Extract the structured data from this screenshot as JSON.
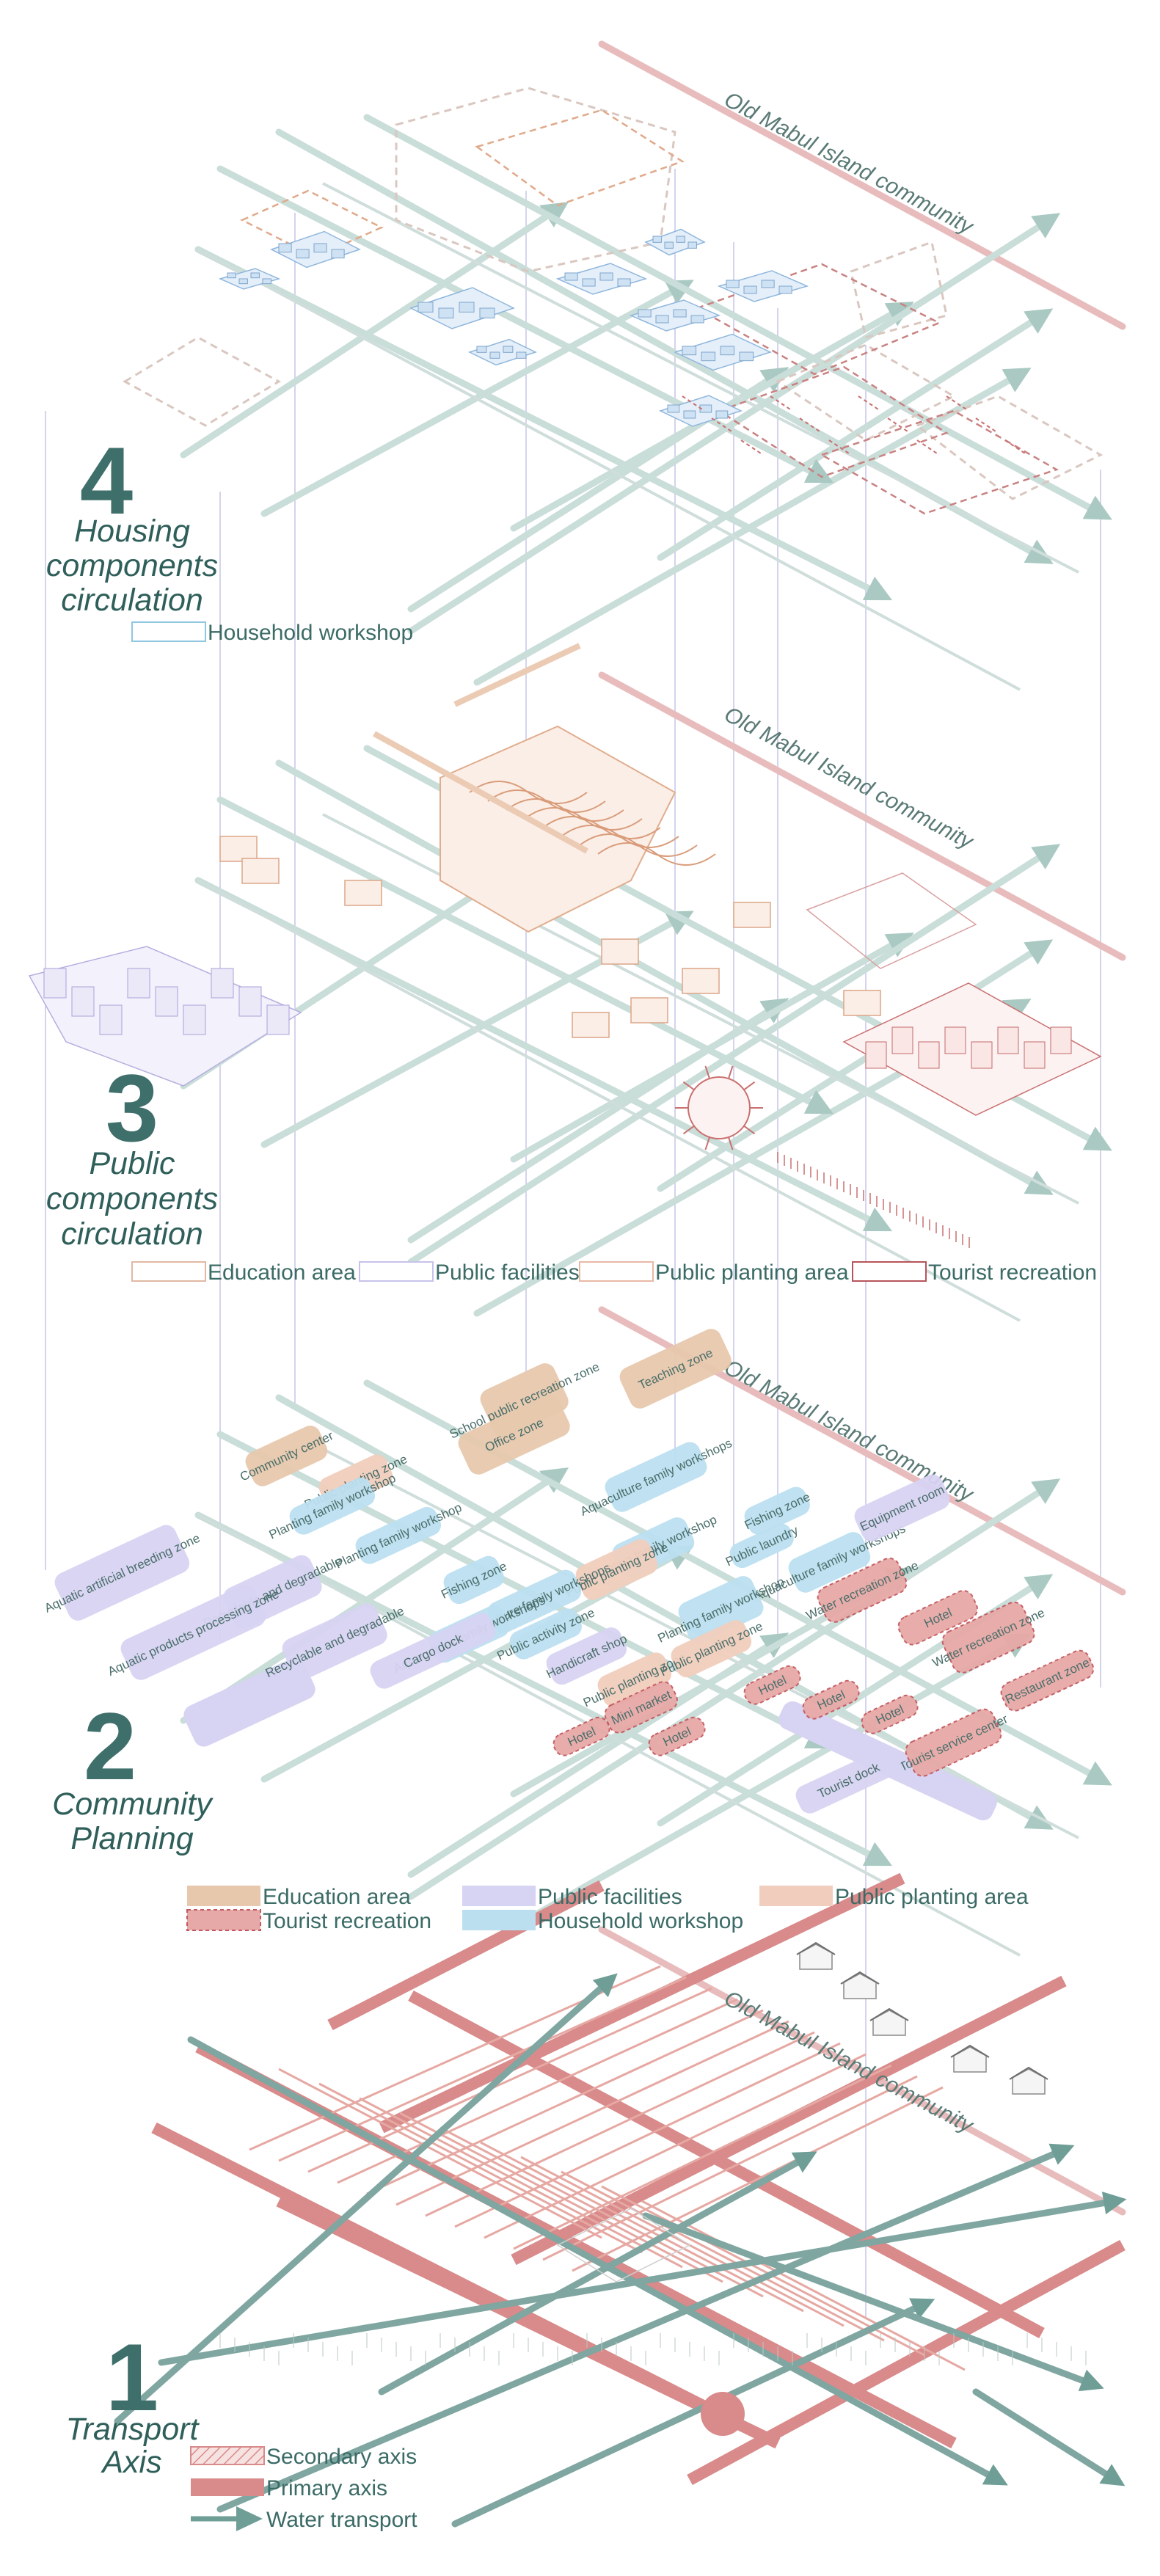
{
  "layers": [
    {
      "number": "4",
      "title_lines": [
        "Housing",
        "components",
        "circulation"
      ],
      "community_label": "Old Mabul Island community",
      "legend": [
        {
          "label": "Household workshop"
        }
      ]
    },
    {
      "number": "3",
      "title_lines": [
        "Public",
        "components",
        "circulation"
      ],
      "community_label": "Old Mabul Island community",
      "legend": [
        {
          "label": "Education area"
        },
        {
          "label": "Public facilities"
        },
        {
          "label": "Public planting area"
        },
        {
          "label": "Tourist recreation"
        }
      ]
    },
    {
      "number": "2",
      "title_lines": [
        "Community",
        "Planning"
      ],
      "community_label": "Old Mabul Island community",
      "legend": [
        {
          "label": "Education area"
        },
        {
          "label": "Public facilities"
        },
        {
          "label": "Public planting area"
        },
        {
          "label": "Tourist recreation"
        },
        {
          "label": "Household workshop"
        }
      ]
    },
    {
      "number": "1",
      "title_lines": [
        "Transport",
        "Axis"
      ],
      "community_label": "Old Mabul Island community",
      "legend": [
        {
          "label": "Secondary axis"
        },
        {
          "label": "Primary axis"
        },
        {
          "label": "Water transport"
        }
      ]
    }
  ],
  "zones": [
    {
      "label": "Teaching zone",
      "type": "education"
    },
    {
      "label": "School public recreation zone",
      "type": "education"
    },
    {
      "label": "Office zone",
      "type": "education"
    },
    {
      "label": "Community center",
      "type": "education"
    },
    {
      "label": "Public planting zone",
      "type": "planting"
    },
    {
      "label": "Planting family workshop",
      "type": "workshop"
    },
    {
      "label": "Planting family workshop",
      "type": "workshop"
    },
    {
      "label": "Aquaculture family workshops",
      "type": "workshop"
    },
    {
      "label": "Fishing zone",
      "type": "workshop"
    },
    {
      "label": "Public laundry",
      "type": "workshop"
    },
    {
      "label": "Aquaculture family workshops",
      "type": "workshop"
    },
    {
      "label": "Equipment room",
      "type": "facilities"
    },
    {
      "label": "Planting family workshop",
      "type": "workshop"
    },
    {
      "label": "Public planting zone",
      "type": "planting"
    },
    {
      "label": "Water recreation zone",
      "type": "tourist"
    },
    {
      "label": "Hotel",
      "type": "tourist"
    },
    {
      "label": "Fishing zone",
      "type": "workshop"
    },
    {
      "label": "Aquaculture family workshops",
      "type": "workshop"
    },
    {
      "label": "Public activity zone",
      "type": "workshop"
    },
    {
      "label": "Aquaculture family workshops",
      "type": "workshop"
    },
    {
      "label": "Aquatic artificial breeding zone",
      "type": "facilities"
    },
    {
      "label": "Recyclable and degradable",
      "type": "facilities"
    },
    {
      "label": "Aquatic products processing zone",
      "type": "facilities"
    },
    {
      "label": "Recyclable and degradable",
      "type": "facilities"
    },
    {
      "label": "Cargo dock",
      "type": "facilities"
    },
    {
      "label": "Handicraft shop",
      "type": "facilities"
    },
    {
      "label": "Public planting zone",
      "type": "planting"
    },
    {
      "label": "Mini market",
      "type": "tourist"
    },
    {
      "label": "Planting family workshop",
      "type": "workshop"
    },
    {
      "label": "Public planting zone",
      "type": "planting"
    },
    {
      "label": "Hotel",
      "type": "tourist"
    },
    {
      "label": "Hotel",
      "type": "tourist"
    },
    {
      "label": "Hotel",
      "type": "tourist"
    },
    {
      "label": "Hotel",
      "type": "tourist"
    },
    {
      "label": "Hotel",
      "type": "tourist"
    },
    {
      "label": "Water recreation zone",
      "type": "tourist"
    },
    {
      "label": "Restaurant zone",
      "type": "tourist"
    },
    {
      "label": "Tourist service center",
      "type": "tourist"
    },
    {
      "label": "Tourist dock",
      "type": "facilities"
    }
  ],
  "colors": {
    "water_transport": "#7fa6a0",
    "primary_axis": "#d98a8a",
    "secondary_axis": "#d98a8a",
    "education": "#e7c8ad",
    "public_facilities": "#d7d3f2",
    "public_planting": "#f1cdbd",
    "tourist": "#e7a9a7",
    "household_workshop": "#bcdff0",
    "text": "#3f6f6a"
  },
  "icons": [
    "arrow-icon",
    "house-icon"
  ]
}
